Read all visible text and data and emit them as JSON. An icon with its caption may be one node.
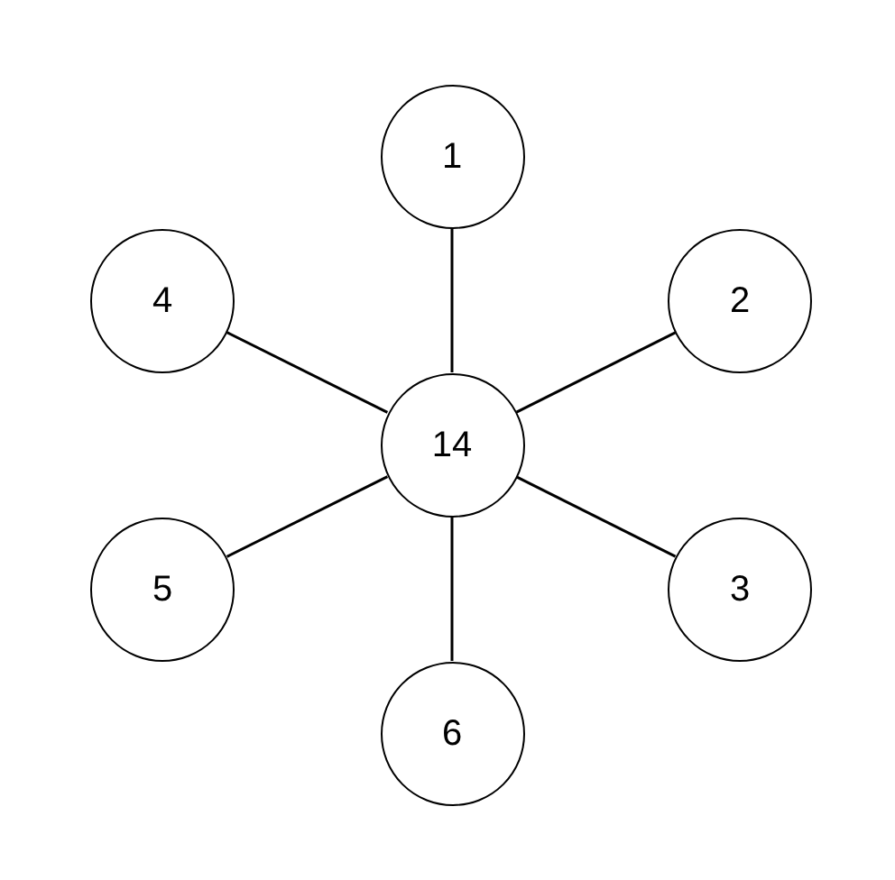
{
  "diagram": {
    "nodes": [
      {
        "text": [
          "1"
        ]
      },
      {
        "text": [
          "4"
        ]
      },
      {
        "text": [
          "2"
        ]
      },
      {
        "text": [
          "14"
        ]
      },
      {
        "text": [
          "5"
        ]
      },
      {
        "text": [
          "3"
        ]
      },
      {
        "text": [
          "6"
        ]
      }
    ],
    "edges": [
      {
        "from": 3,
        "to": 0,
        "arrow": "none"
      },
      {
        "from": 3,
        "to": 2,
        "arrow": "none"
      },
      {
        "from": 3,
        "to": 5,
        "arrow": "none"
      },
      {
        "from": 3,
        "to": 1,
        "arrow": "none"
      },
      {
        "from": 3,
        "to": 4,
        "arrow": "none"
      },
      {
        "from": 3,
        "to": 6,
        "arrow": "none"
      }
    ]
  }
}
